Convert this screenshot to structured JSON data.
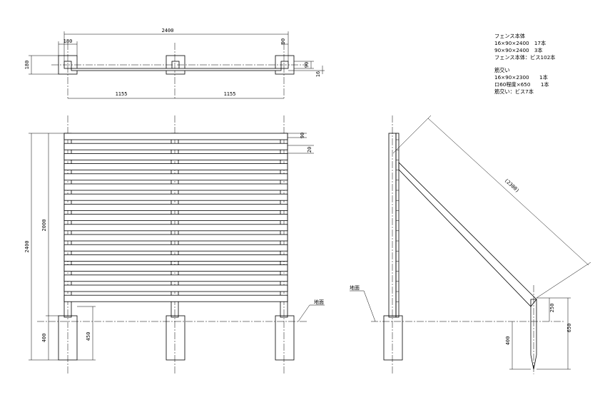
{
  "dims": {
    "plan_total": "2400",
    "plan_post": "180",
    "plan_depth": "180",
    "plan_gap": "90",
    "plan_small": "90",
    "plan_thk": "16",
    "plan_span_left": "1155",
    "plan_span_right": "1155",
    "elev_total": "2400",
    "elev_fence": "2000",
    "elev_board": "90",
    "elev_gap": "20",
    "elev_buried": "400",
    "elev_base": "450",
    "side_brace": "(2300)",
    "side_stake_top": "250",
    "side_stake_total": "650",
    "side_buried": "400"
  },
  "labels": {
    "ground_right": "地面",
    "ground_side": "地面"
  },
  "notes": {
    "fence_title": "フェンス本体",
    "fence_line1": "16×90×2400　17本",
    "fence_line2": "90×90×2400　3本",
    "fence_line3": "フェンス本体：ビス102本",
    "brace_title": "筋交い",
    "brace_line1": "16×90×2300　　1本",
    "brace_line2": "ロ60程度×650　　1本",
    "brace_line3": "筋交い：ビス7本"
  }
}
